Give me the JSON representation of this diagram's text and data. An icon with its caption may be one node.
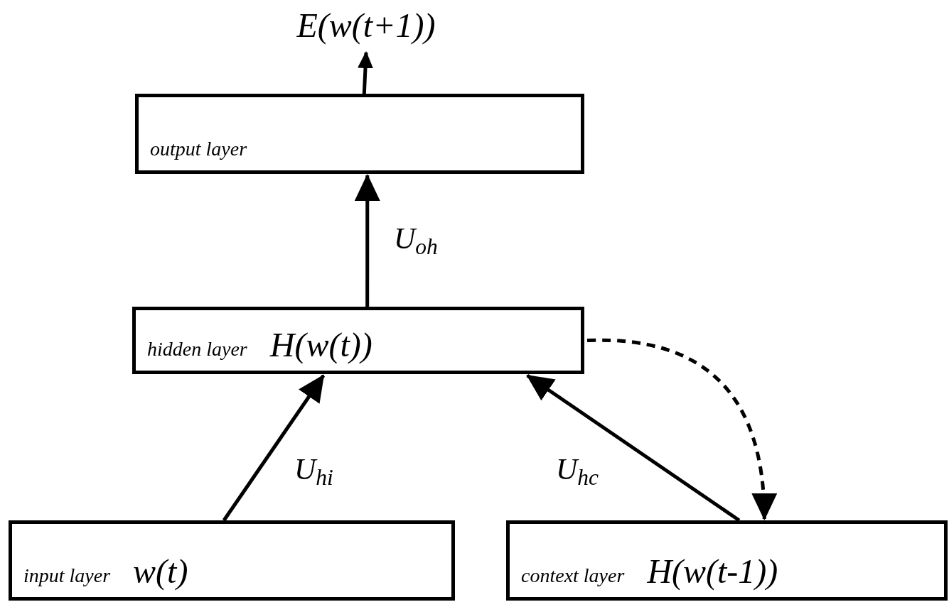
{
  "diagram": {
    "nodes": [
      {
        "text": [
          "output layer"
        ]
      },
      {
        "text": [
          "E(w(t+1))"
        ]
      },
      {
        "text": [
          "hidden layer",
          "H(w(t))"
        ]
      },
      {
        "text": [
          "input layer",
          "w(t)"
        ]
      },
      {
        "text": [
          "context layer",
          "H(w(t-1))"
        ]
      }
    ],
    "edges": [
      {
        "from": 0,
        "to": 1,
        "arrow": "to"
      },
      {
        "from": 2,
        "to": 0,
        "arrow": "to",
        "label": "U$_{oh}$"
      },
      {
        "from": 3,
        "to": 2,
        "arrow": "to",
        "label": "U$_{hi}$"
      },
      {
        "from": 4,
        "to": 2,
        "arrow": "to",
        "label": "U$_{hc}$"
      },
      {
        "from": 2,
        "to": 4,
        "arrow": "to",
        "style": "dashed"
      }
    ]
  }
}
